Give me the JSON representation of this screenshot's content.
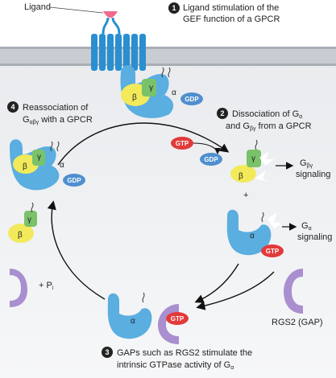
{
  "labels": {
    "ligand": "Ligand",
    "step1_num": "1",
    "step1_line1": "Ligand stimulation of the",
    "step1_line2": "GEF function of a GPCR",
    "step2_num": "2",
    "step2_line1_a": "Dissociation of G",
    "step2_line1_sub": "α",
    "step2_line2_a": "and G",
    "step2_line2_sub": "βγ",
    "step2_line2_b": " from a GPCR",
    "step3_num": "3",
    "step3_line1": "GAPs such as RGS2 stimulate the",
    "step3_line2_a": "intrinsic GTPase activity of G",
    "step3_line2_sub": "α",
    "step4_num": "4",
    "step4_line1": "Reassociation of",
    "step4_line2_a": "G",
    "step4_line2_sub": "αβγ",
    "step4_line2_b": " with a GPCR",
    "gbg_signal_a": "G",
    "gbg_signal_sub": "βγ",
    "gbg_signal_b": "signaling",
    "ga_signal_a": "G",
    "ga_signal_sub": "α",
    "ga_signal_b": "signaling",
    "rgs2": "RGS2 (GAP)",
    "pi_plus": "+  P",
    "pi_sub": "i",
    "plus": "+",
    "alpha": "α",
    "beta": "β",
    "gamma": "γ",
    "gdp": "GDP",
    "gtp": "GTP"
  },
  "colors": {
    "membrane": "#c9ccd1",
    "membrane_dark": "#a9adb4",
    "receptor": "#2a8fd0",
    "alpha_subunit": "#5aaee0",
    "beta_subunit": "#f2ea5a",
    "gamma_subunit": "#79c26a",
    "gdp": "#4f8fcf",
    "gtp": "#e23a3a",
    "rgs2": "#a98fcf",
    "ligand": "#f06a8a",
    "step_circle": "#222222"
  }
}
